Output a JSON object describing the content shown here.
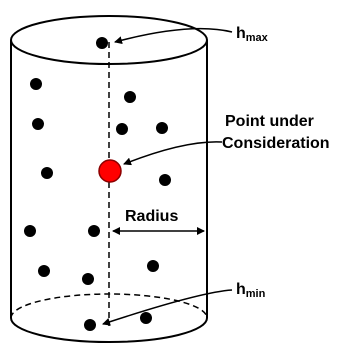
{
  "labels": {
    "h_max_base": "h",
    "h_max_sub": "max",
    "h_min_base": "h",
    "h_min_sub": "min",
    "point_line1": "Point under",
    "point_line2": "Consideration",
    "radius": "Radius"
  },
  "colors": {
    "outline": "#000000",
    "points": "#000000",
    "highlight": "#ff0000",
    "background": "#ffffff"
  }
}
